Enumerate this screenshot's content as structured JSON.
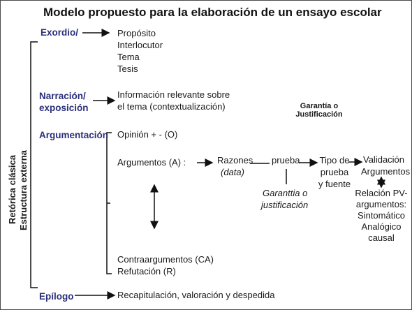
{
  "title": "Modelo propuesto para la elaboración de un ensayo escolar",
  "vertical_labels": [
    "Retórica clásica",
    "Estructura externa"
  ],
  "sections": {
    "exordio": {
      "label": "Exordio/",
      "items": [
        "Propósito",
        "Interlocutor",
        "Tema",
        "Tesis"
      ]
    },
    "narracion": {
      "label_line1": "Narración/",
      "label_line2": "exposición",
      "desc_line1": "Información relevante sobre",
      "desc_line2": "el tema (contextualización)"
    },
    "argumentacion": {
      "label": "Argumentación",
      "opinion": "Opinión + - (O)",
      "argumentos": "Argumentos (A) :",
      "razones_line1": "Razones",
      "razones_line2": "(data)",
      "prueba": "prueba",
      "garantia_italic_line1": "Garanttia o",
      "garantia_italic_line2": "justificación",
      "tipo_line1": "Tipo de",
      "tipo_line2": "prueba",
      "tipo_line3": "y fuente",
      "validacion_line1": "Validación",
      "validacion_line2": "Argumentos",
      "relacion_lines": [
        "Relación PV-",
        "argumentos:",
        "Sintomático",
        "Analógico",
        "causal"
      ],
      "contra": "Contraargumentos (CA)",
      "refutacion": "Refutación (R)"
    },
    "epilogo": {
      "label": "Epílogo",
      "desc": "Recapitulación, valoración y despedida"
    }
  },
  "annotation_line1": "Garantía o",
  "annotation_line2": "Justificación",
  "colors": {
    "section_heading": "#2b2f7a",
    "text": "#1a1a1a",
    "line": "#111111"
  }
}
